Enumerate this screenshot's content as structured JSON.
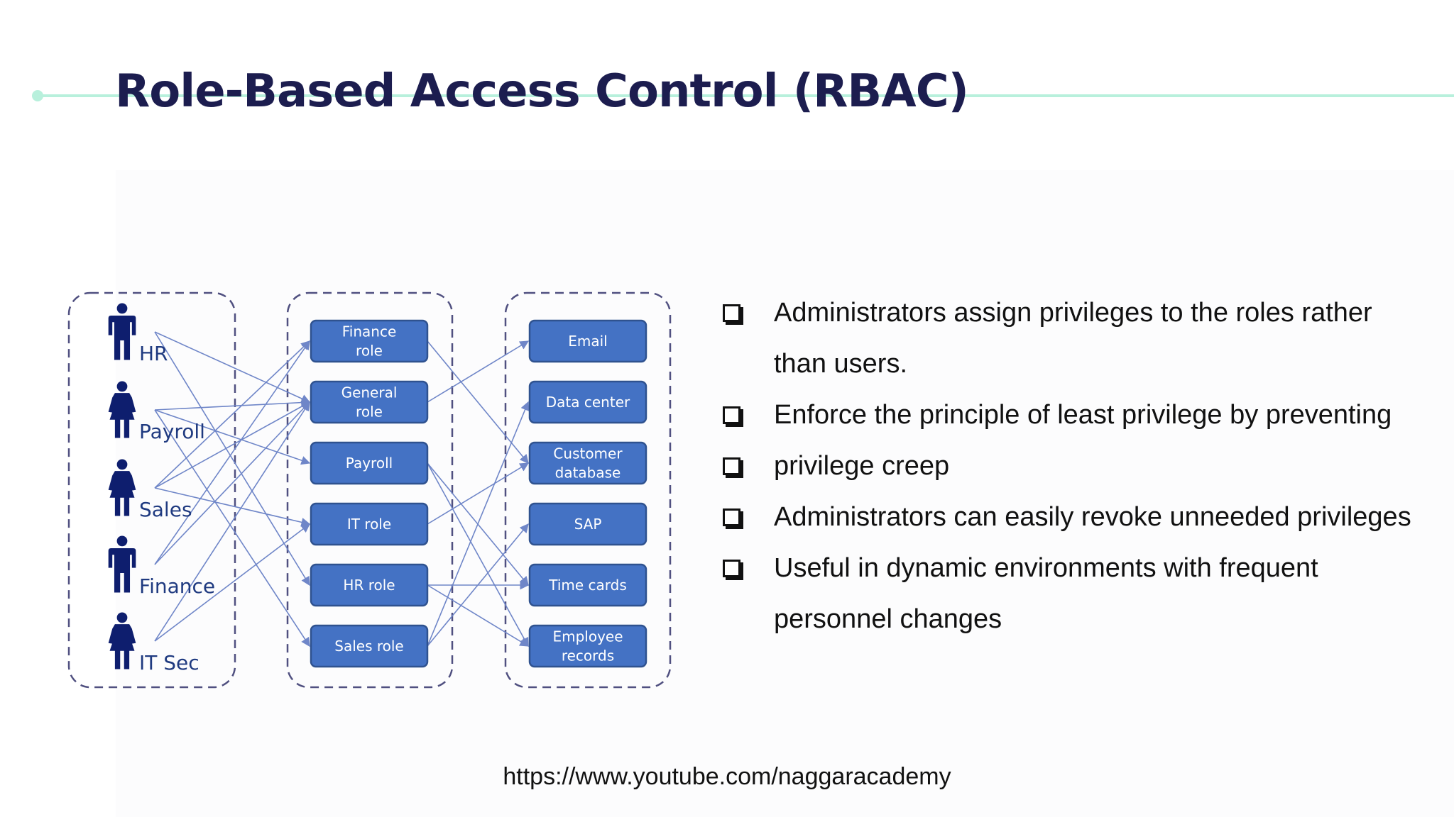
{
  "slide": {
    "title": "Role-Based Access Control (RBAC)",
    "footer_url": "https://www.youtube.com/naggaracademy"
  },
  "diagram": {
    "users": [
      "HR",
      "Payroll",
      "Sales",
      "Finance",
      "IT Sec"
    ],
    "roles": [
      {
        "lines": [
          "Finance",
          "role"
        ]
      },
      {
        "lines": [
          "General",
          "role"
        ]
      },
      {
        "lines": [
          "Payroll"
        ]
      },
      {
        "lines": [
          "IT role"
        ]
      },
      {
        "lines": [
          "HR role"
        ]
      },
      {
        "lines": [
          "Sales role"
        ]
      }
    ],
    "resources": [
      {
        "lines": [
          "Email"
        ]
      },
      {
        "lines": [
          "Data center"
        ]
      },
      {
        "lines": [
          "Customer",
          "database"
        ]
      },
      {
        "lines": [
          "SAP"
        ]
      },
      {
        "lines": [
          "Time cards"
        ]
      },
      {
        "lines": [
          "Employee",
          "records"
        ]
      }
    ],
    "user_role_links": [
      [
        0,
        1
      ],
      [
        0,
        4
      ],
      [
        1,
        1
      ],
      [
        1,
        2
      ],
      [
        1,
        5
      ],
      [
        2,
        0
      ],
      [
        2,
        1
      ],
      [
        2,
        3
      ],
      [
        3,
        0
      ],
      [
        3,
        1
      ],
      [
        4,
        1
      ],
      [
        4,
        3
      ]
    ],
    "role_resource_links": [
      [
        0,
        2
      ],
      [
        1,
        0
      ],
      [
        2,
        4
      ],
      [
        2,
        5
      ],
      [
        3,
        2
      ],
      [
        4,
        4
      ],
      [
        4,
        5
      ],
      [
        5,
        1
      ],
      [
        5,
        3
      ]
    ],
    "colors": {
      "box_fill": "#4472c4",
      "box_border": "#2f528f",
      "person": "#0e1e6e",
      "label": "#1f3a80",
      "arrow": "#6f86c8",
      "dash": "#505080"
    }
  },
  "bullets": [
    "Administrators assign privileges to the roles rather than users.",
    "Enforce the principle of least privilege by preventing",
    "privilege creep",
    "Administrators can easily revoke unneeded privileges",
    "Useful in dynamic environments with frequent personnel changes"
  ]
}
